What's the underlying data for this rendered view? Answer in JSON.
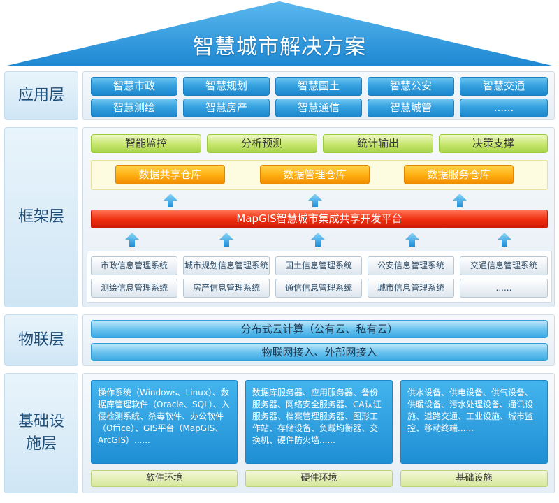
{
  "title": "智慧城市解决方案",
  "layers": {
    "application": {
      "label": "应用层",
      "items": [
        "智慧市政",
        "智慧规划",
        "智慧国土",
        "智慧公安",
        "智慧交通",
        "智慧测绘",
        "智慧房产",
        "智慧通信",
        "智慧城管",
        "......"
      ]
    },
    "framework": {
      "label": "框架层",
      "top_items": [
        "智能监控",
        "分析预测",
        "统计输出",
        "决策支撑"
      ],
      "warehouses": [
        "数据共享仓库",
        "数据管理仓库",
        "数据服务仓库"
      ],
      "platform": "MapGIS智慧城市集成共享开发平台",
      "systems": [
        "市政信息管理系统",
        "城市规划信息管理系统",
        "国土信息管理系统",
        "公安信息管理系统",
        "交通信息管理系统",
        "测绘信息管理系统",
        "房产信息管理系统",
        "通信信息管理系统",
        "城市信息管理系统",
        "......"
      ]
    },
    "iot": {
      "label": "物联层",
      "bars": [
        "分布式云计算（公有云、私有云）",
        "物联网接入、外部网接入"
      ]
    },
    "infrastructure": {
      "label_line1": "基础设",
      "label_line2": "施层",
      "boxes": [
        "操作系统（Windows、Linux）、数据库管理软件（Oracle、SQL）、入侵检测系统、杀毒软件、办公软件（Office）、GIS平台（MapGIS、ArcGIS）......",
        "数据库服务器、应用服务器、备份服务器、网络安全服务器、CA认证服务器、档案管理服务器、图形工作站、存储设备、负载均衡器、交换机、硬件防火墙......",
        "供水设备、供电设备、供气设备、供暖设备、污水处理设备、通讯设施、道路交通、工业设施、城市监控、移动终端......"
      ],
      "envs": [
        "软件环境",
        "硬件环境",
        "基础设施"
      ]
    }
  },
  "colors": {
    "roof": "#2a97dc",
    "blue_button": "#36a2e0",
    "green_button": "#c6e66c",
    "orange_button": "#ffae10",
    "red_platform": "#ee2d0f",
    "layer_label_text": "#1f4e79"
  }
}
